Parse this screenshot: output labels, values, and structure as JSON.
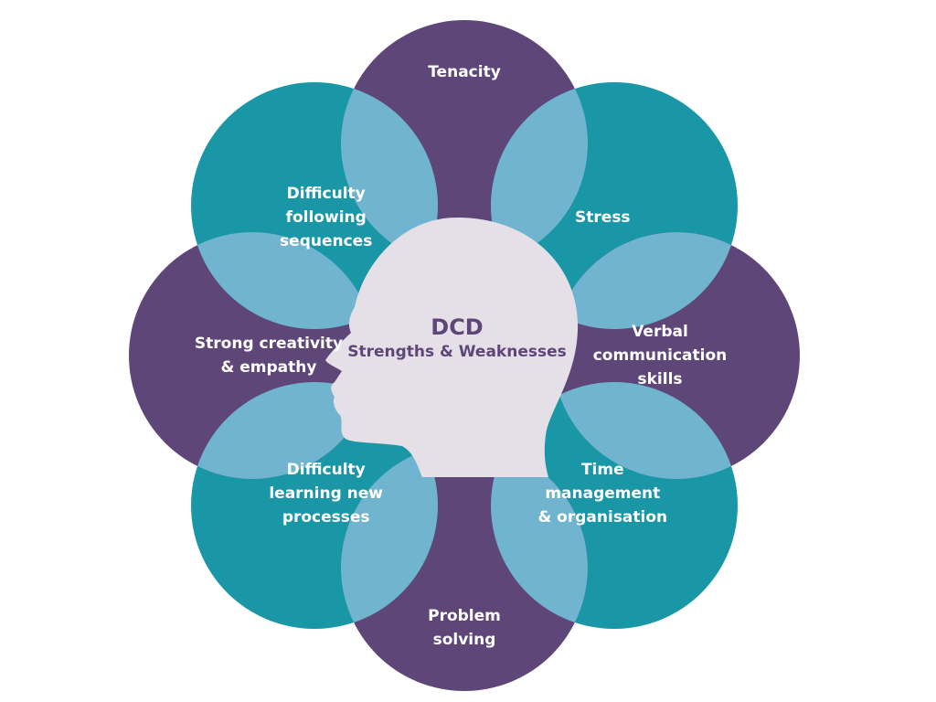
{
  "center": {
    "title": "DCD",
    "subtitle": "Strengths & Weaknesses"
  },
  "petals": [
    {
      "id": "tenacity",
      "lines": [
        "Tenacity"
      ],
      "kind": "strength"
    },
    {
      "id": "stress",
      "lines": [
        "Stress"
      ],
      "kind": "weakness"
    },
    {
      "id": "verbal-communication",
      "lines": [
        "Verbal",
        "communication",
        "skills"
      ],
      "kind": "strength"
    },
    {
      "id": "time-management",
      "lines": [
        "Time",
        "management",
        "& organisation"
      ],
      "kind": "weakness"
    },
    {
      "id": "problem-solving",
      "lines": [
        "Problem",
        "solving"
      ],
      "kind": "strength"
    },
    {
      "id": "difficulty-learning",
      "lines": [
        "Difficulty",
        "learning new",
        "processes"
      ],
      "kind": "weakness"
    },
    {
      "id": "creativity-empathy",
      "lines": [
        "Strong creativity",
        "& empathy"
      ],
      "kind": "strength"
    },
    {
      "id": "difficulty-sequences",
      "lines": [
        "Difficulty",
        "following",
        "sequences"
      ],
      "kind": "weakness"
    }
  ],
  "colors": {
    "strength": "#5e4778",
    "weakness": "#1a97a6",
    "overlap": "#71b4d0",
    "head": "#e5e0e8",
    "center_text": "#5e4778"
  }
}
